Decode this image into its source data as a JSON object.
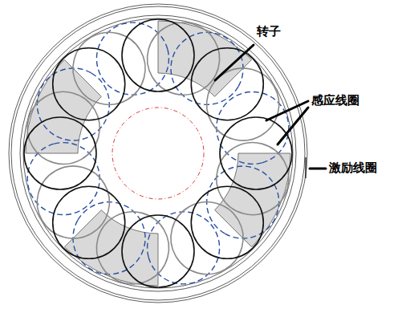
{
  "diagram": {
    "labels": [
      "转子",
      "感应线圈",
      "激励线圈"
    ]
  }
}
